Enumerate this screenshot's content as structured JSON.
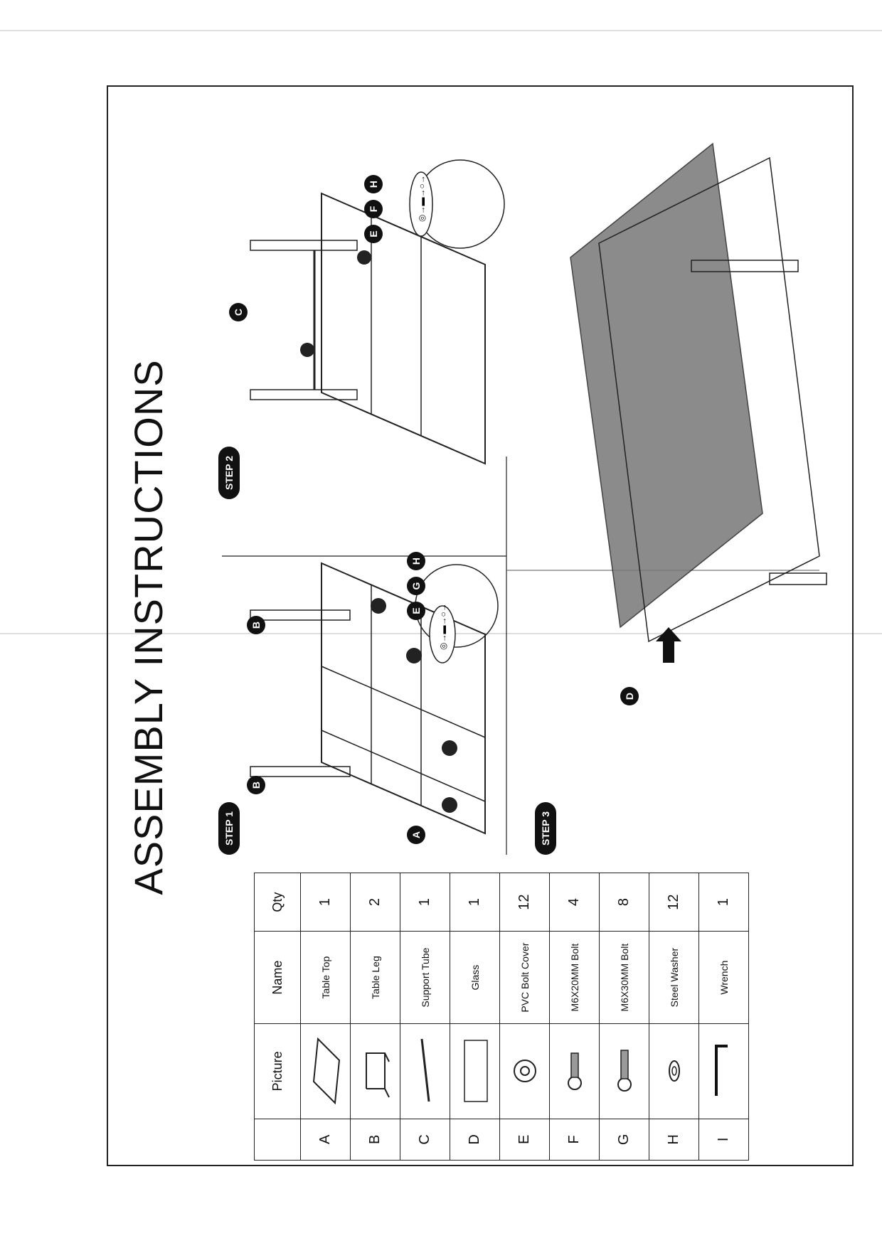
{
  "title": "ASSEMBLY INSTRUCTIONS",
  "table": {
    "headers": [
      "",
      "Picture",
      "Name",
      "Qty"
    ],
    "rows": [
      {
        "id": "A",
        "picture": "table-top-icon",
        "name": "Table Top",
        "qty": "1"
      },
      {
        "id": "B",
        "picture": "table-leg-icon",
        "name": "Table Leg",
        "qty": "2"
      },
      {
        "id": "C",
        "picture": "support-tube-icon",
        "name": "Support Tube",
        "qty": "1"
      },
      {
        "id": "D",
        "picture": "glass-icon",
        "name": "Glass",
        "qty": "1"
      },
      {
        "id": "E",
        "picture": "bolt-cover-icon",
        "name": "PVC Bolt Cover",
        "qty": "12"
      },
      {
        "id": "F",
        "picture": "bolt-icon",
        "name": "M6X20MM Bolt",
        "qty": "4"
      },
      {
        "id": "G",
        "picture": "bolt-icon",
        "name": "M6X30MM Bolt",
        "qty": "8"
      },
      {
        "id": "H",
        "picture": "washer-icon",
        "name": "Steel Washer",
        "qty": "12"
      },
      {
        "id": "I",
        "picture": "wrench-icon",
        "name": "Wrench",
        "qty": "1"
      }
    ]
  },
  "steps": [
    {
      "label": "STEP 1",
      "parts": [
        "A",
        "B",
        "B"
      ],
      "detail_parts": [
        "E",
        "G",
        "H"
      ]
    },
    {
      "label": "STEP 2",
      "parts": [
        "C"
      ],
      "detail_parts": [
        "E",
        "F",
        "H"
      ]
    },
    {
      "label": "STEP 3",
      "parts": [
        "D"
      ]
    }
  ]
}
